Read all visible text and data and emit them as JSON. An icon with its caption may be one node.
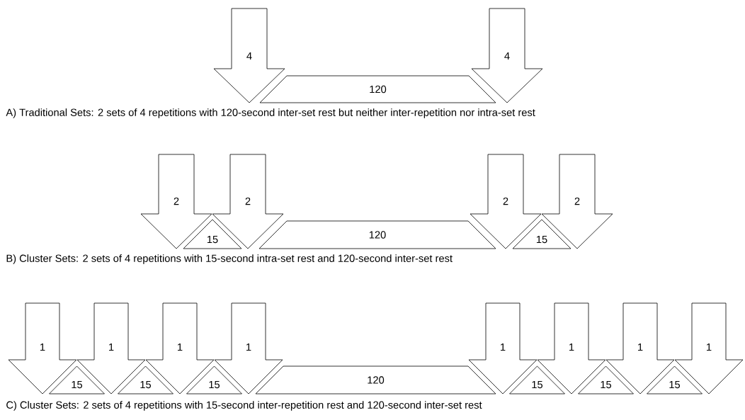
{
  "diagram": {
    "nodes": [
      {
        "text": [
          "4"
        ]
      },
      {
        "text": [
          "120"
        ]
      },
      {
        "text": [
          "4"
        ]
      },
      {
        "text": [
          "2"
        ]
      },
      {
        "text": [
          "15"
        ]
      },
      {
        "text": [
          "2"
        ]
      },
      {
        "text": [
          "120"
        ]
      },
      {
        "text": [
          "2"
        ]
      },
      {
        "text": [
          "15"
        ]
      },
      {
        "text": [
          "2"
        ]
      },
      {
        "text": [
          "1"
        ]
      },
      {
        "text": [
          "15"
        ]
      },
      {
        "text": [
          "1"
        ]
      },
      {
        "text": [
          "15"
        ]
      },
      {
        "text": [
          "1"
        ]
      },
      {
        "text": [
          "15"
        ]
      },
      {
        "text": [
          "1"
        ]
      },
      {
        "text": [
          "120"
        ]
      },
      {
        "text": [
          "1"
        ]
      },
      {
        "text": [
          "15"
        ]
      },
      {
        "text": [
          "1"
        ]
      },
      {
        "text": [
          "15"
        ]
      },
      {
        "text": [
          "1"
        ]
      },
      {
        "text": [
          "15"
        ]
      },
      {
        "text": [
          "1"
        ]
      }
    ],
    "labels": [
      "A) Traditional Sets: 2 sets of 4 repetitions with 120-second inter-set rest but neither inter-repetition nor intra-set rest",
      "B) Cluster Sets: 2 sets of 4 repetitions with 15-second intra-set rest and 120-second inter-set rest",
      "C) Cluster Sets: 2 sets of 4 repetitions with 15-second inter-repetition rest and 120-second inter-set rest"
    ]
  }
}
